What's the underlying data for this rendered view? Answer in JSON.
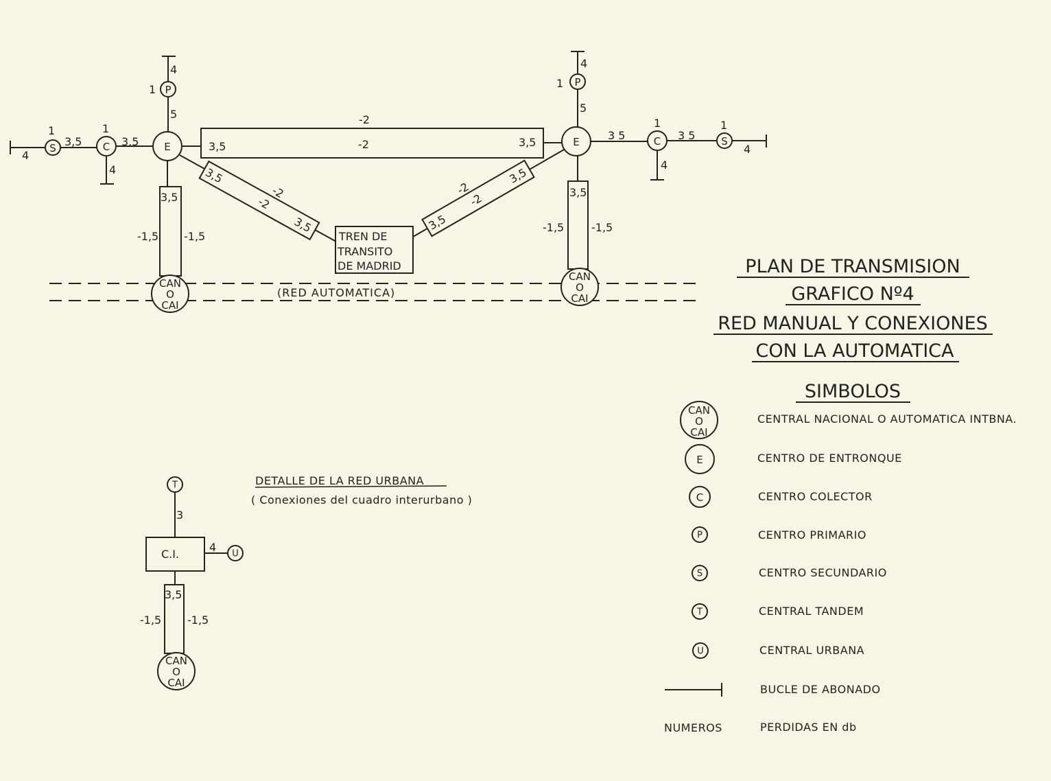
{
  "nodes": {
    "E": "E",
    "C": "C",
    "S": "S",
    "P": "P",
    "T": "T",
    "U": "U",
    "can_line1": "CAN",
    "can_line2": "O",
    "can_line3": "CAI"
  },
  "network": {
    "left": {
      "s_loop": "4",
      "s_top": "1",
      "s_c": "3,5",
      "c_top": "1",
      "c_e": "3,5",
      "c_loop": "4",
      "p_loop": "4",
      "p_side": "1",
      "e_p": "5"
    },
    "right": {
      "s_loop": "4",
      "s_top": "1",
      "c_s": "3 5",
      "c_top": "1",
      "e_c": "3 5",
      "c_loop": "4",
      "p_loop": "4",
      "p_side": "1",
      "e_p": "5"
    },
    "trunk": {
      "above": "-2",
      "inside": "-2",
      "left_end": "3,5",
      "right_end": "3,5"
    },
    "left_diag": {
      "end_a": "3,5",
      "top": "-2",
      "bottom": "-2",
      "end_b": "3,5"
    },
    "right_diag": {
      "end_a": "3,5",
      "top": "-2",
      "bottom": "-2",
      "end_b": "3,5"
    },
    "left_can": {
      "top": "3,5",
      "left": "-1,5",
      "right": "-1,5"
    },
    "right_can": {
      "top": "3,5",
      "left": "-1,5",
      "right": "-1,5"
    },
    "tren": [
      "TREN  DE",
      "TRANSITO",
      "DE MADRID"
    ],
    "red_automatica": "(RED  AUTOMATICA)"
  },
  "title": [
    "PLAN DE TRANSMISION",
    "GRAFICO Nº4",
    "RED MANUAL Y CONEXIONES",
    "CON LA AUTOMATICA"
  ],
  "legend": {
    "heading": "SIMBOLOS",
    "items": [
      {
        "symbol": "CAN",
        "label": "CENTRAL NACIONAL O AUTOMATICA INTBNA."
      },
      {
        "symbol": "E",
        "label": "CENTRO DE ENTRONQUE"
      },
      {
        "symbol": "C",
        "label": "CENTRO COLECTOR"
      },
      {
        "symbol": "P",
        "label": "CENTRO PRIMARIO"
      },
      {
        "symbol": "S",
        "label": "CENTRO SECUNDARIO"
      },
      {
        "symbol": "T",
        "label": "CENTRAL TANDEM"
      },
      {
        "symbol": "U",
        "label": "CENTRAL URBANA"
      },
      {
        "symbol": "loop",
        "label": "BUCLE DE ABONADO"
      }
    ],
    "numbers_key": "NUMEROS",
    "numbers_label": "PERDIDAS EN db"
  },
  "detail": {
    "title": "DETALLE DE LA RED URBANA",
    "subtitle": "( Conexiones del cuadro interurbano )",
    "ci": "C.I.",
    "t_ci": "3",
    "ci_u": "4",
    "box_top": "3,5",
    "left": "-1,5",
    "right": "-1,5"
  }
}
